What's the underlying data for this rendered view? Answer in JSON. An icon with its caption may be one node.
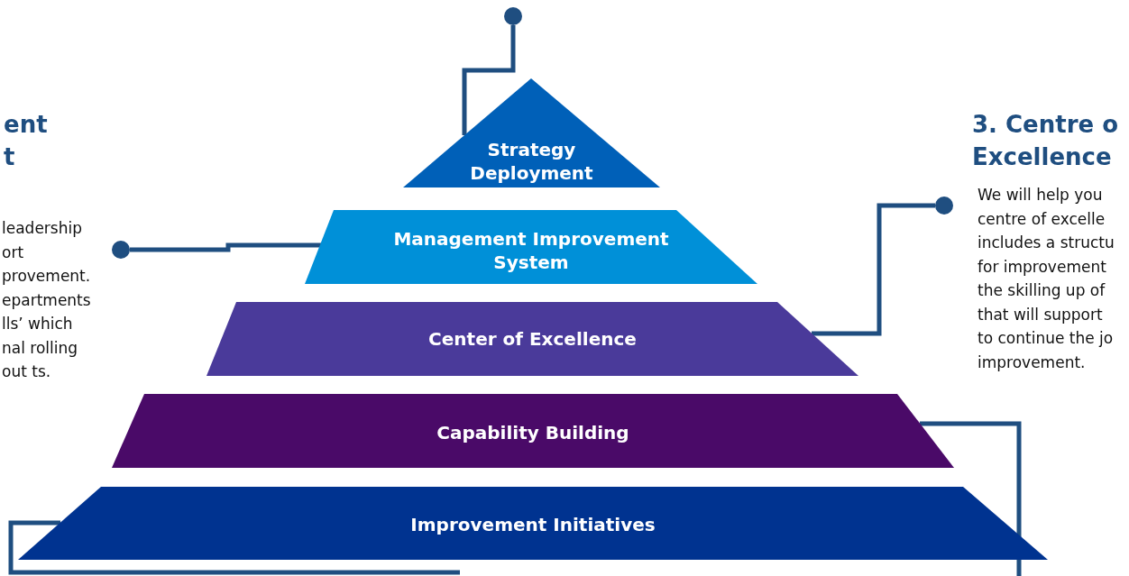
{
  "diagram": {
    "nodes": [
      {
        "text": [
          "Strategy Deployment"
        ]
      },
      {
        "text": [
          "Management Improvement System"
        ]
      },
      {
        "text": [
          "Center of Excellence"
        ]
      },
      {
        "text": [
          "Capability Building"
        ]
      },
      {
        "text": [
          "Improvement Initiatives"
        ]
      },
      {
        "text": [],
        "shape": "circle"
      },
      {
        "text": [],
        "shape": "circle"
      },
      {
        "text": [],
        "shape": "circle"
      }
    ],
    "edges": [
      {
        "from": 0,
        "to": 5,
        "arrow": "none"
      },
      {
        "from": 1,
        "to": 6,
        "arrow": "none"
      },
      {
        "from": 2,
        "to": 7,
        "arrow": "none"
      },
      {
        "from": 3,
        "to": null,
        "arrow": "none"
      },
      {
        "from": 4,
        "to": null,
        "arrow": "none"
      }
    ],
    "labels": [
      "ent t",
      "3. Centre o Excellence",
      "leadership ort provement. epartments lls’ which nal rolling out ts.",
      "We will help you centre of excelle includes a structu for improvement the skilling up of that will support to continue the jo improvement."
    ]
  }
}
